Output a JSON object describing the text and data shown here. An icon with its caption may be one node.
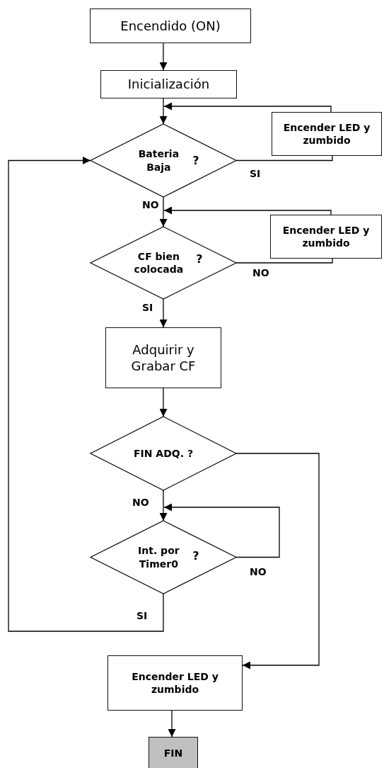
{
  "diagram": {
    "nodes": [
      {
        "text": [
          "Encendido (ON)"
        ]
      },
      {
        "text": [
          "Inicialización"
        ]
      },
      {
        "text": [
          "Bateria Baja",
          "?"
        ]
      },
      {
        "text": [
          "Encender LED y zumbido"
        ]
      },
      {
        "text": [
          "CF bien colocada",
          "?"
        ]
      },
      {
        "text": [
          "Encender LED y zumbido"
        ]
      },
      {
        "text": [
          "Adquirir y Grabar CF"
        ]
      },
      {
        "text": [
          "FIN ADQ. ?"
        ]
      },
      {
        "text": [
          "Int. por Timer0",
          "?"
        ]
      },
      {
        "text": [
          "Encender LED y zumbido"
        ]
      },
      {
        "text": [
          "FIN"
        ]
      }
    ],
    "edges": [
      {
        "from": 0,
        "to": 1,
        "arrow": "to"
      },
      {
        "from": 1,
        "to": 2,
        "arrow": "to"
      },
      {
        "from": 2,
        "to": 3,
        "arrow": "none",
        "label": "SI"
      },
      {
        "from": 3,
        "to": 2,
        "arrow": "to"
      },
      {
        "from": 2,
        "to": 4,
        "arrow": "to",
        "label": "NO"
      },
      {
        "from": 4,
        "to": 5,
        "arrow": "none",
        "label": "NO"
      },
      {
        "from": 5,
        "to": 4,
        "arrow": "to"
      },
      {
        "from": 4,
        "to": 6,
        "arrow": "to",
        "label": "SI"
      },
      {
        "from": 6,
        "to": 7,
        "arrow": "to"
      },
      {
        "from": 7,
        "to": 8,
        "arrow": "to",
        "label": "NO"
      },
      {
        "from": 8,
        "to": 8,
        "arrow": "to",
        "label": "NO"
      },
      {
        "from": 8,
        "to": 2,
        "arrow": "to",
        "label": "SI"
      },
      {
        "from": 7,
        "to": 9,
        "arrow": "to"
      },
      {
        "from": 9,
        "to": 10,
        "arrow": "to"
      }
    ]
  }
}
